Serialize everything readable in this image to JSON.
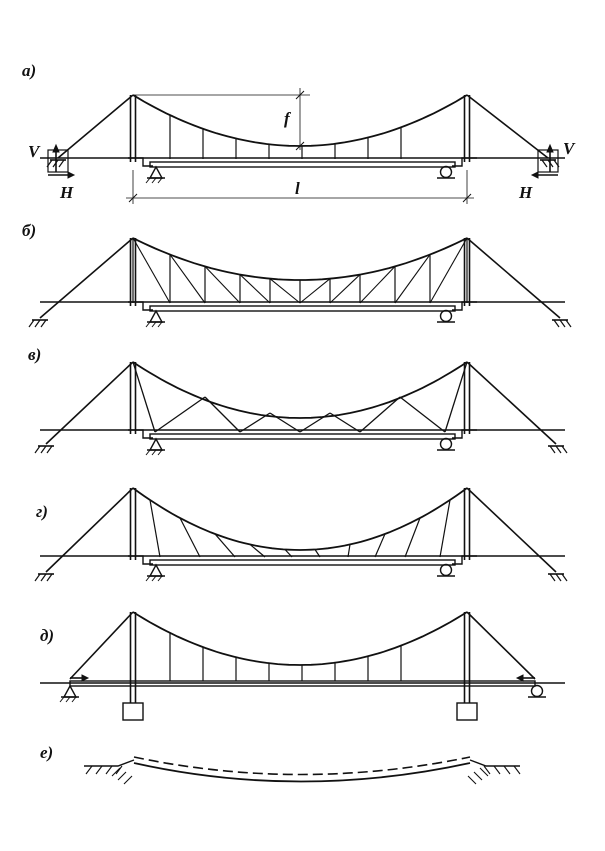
{
  "panels": [
    {
      "id": "a",
      "label": "а)"
    },
    {
      "id": "b",
      "label": "б)"
    },
    {
      "id": "v",
      "label": "в)"
    },
    {
      "id": "g",
      "label": "г)"
    },
    {
      "id": "d",
      "label": "д)"
    },
    {
      "id": "e",
      "label": "е)"
    }
  ],
  "dimensions": {
    "sag": "f",
    "span": "l"
  },
  "reactions": {
    "vertical": "V",
    "horizontal": "H"
  },
  "colors": {
    "ink": "#111111",
    "background": "#ffffff"
  }
}
